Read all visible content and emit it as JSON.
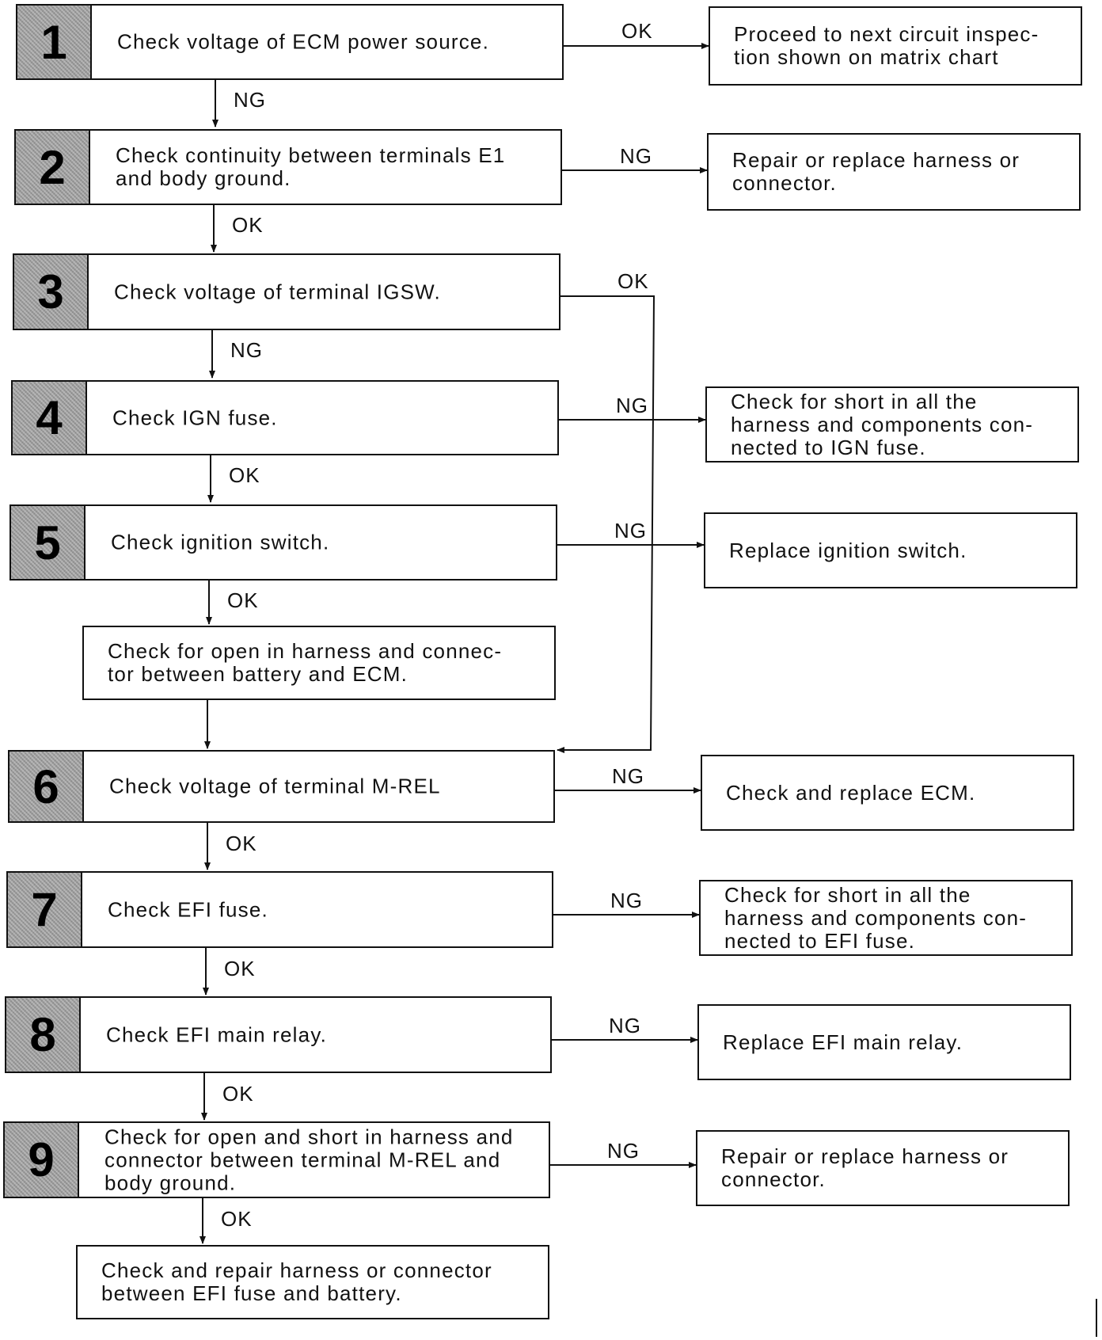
{
  "steps": [
    {
      "num": "1",
      "text": "Check voltage of ECM power source."
    },
    {
      "num": "2",
      "text": "Check continuity between terminals E1\nand body ground."
    },
    {
      "num": "3",
      "text": "Check voltage of terminal IGSW."
    },
    {
      "num": "4",
      "text": "Check IGN fuse."
    },
    {
      "num": "5",
      "text": "Check ignition switch."
    },
    {
      "num": "6",
      "text": "Check voltage of terminal M-REL"
    },
    {
      "num": "7",
      "text": "Check EFI fuse."
    },
    {
      "num": "8",
      "text": "Check EFI main relay."
    },
    {
      "num": "9",
      "text": "Check for open and short in harness and\nconnector between terminal M-REL and\nbody ground."
    }
  ],
  "plain_boxes": [
    {
      "text": "Check for open in harness and connec-\ntor between battery and ECM."
    },
    {
      "text": "Check and repair harness or connector\nbetween EFI fuse and battery."
    }
  ],
  "results": [
    {
      "text": "Proceed to next circuit inspec-\ntion shown on matrix chart"
    },
    {
      "text": "Repair or replace harness or\nconnector."
    },
    {
      "text": "Check for short in all the\nharness and components con-\nnected to IGN fuse."
    },
    {
      "text": "Replace ignition switch."
    },
    {
      "text": "Check and replace ECM."
    },
    {
      "text": "Check for short in all the\nharness and components con-\nnected to EFI fuse."
    },
    {
      "text": "Replace EFI main relay."
    },
    {
      "text": "Repair or replace harness or\nconnector."
    }
  ],
  "labels": {
    "s1_right": "OK",
    "s1_down": "NG",
    "s2_right": "NG",
    "s2_down": "OK",
    "s3_right": "OK",
    "s3_down": "NG",
    "s4_right": "NG",
    "s4_down": "OK",
    "s5_right": "NG",
    "s5_down": "OK",
    "s6_right": "NG",
    "s6_down": "OK",
    "s7_right": "NG",
    "s7_down": "OK",
    "s8_right": "NG",
    "s8_down": "OK",
    "s9_right": "NG",
    "s9_down": "OK"
  }
}
